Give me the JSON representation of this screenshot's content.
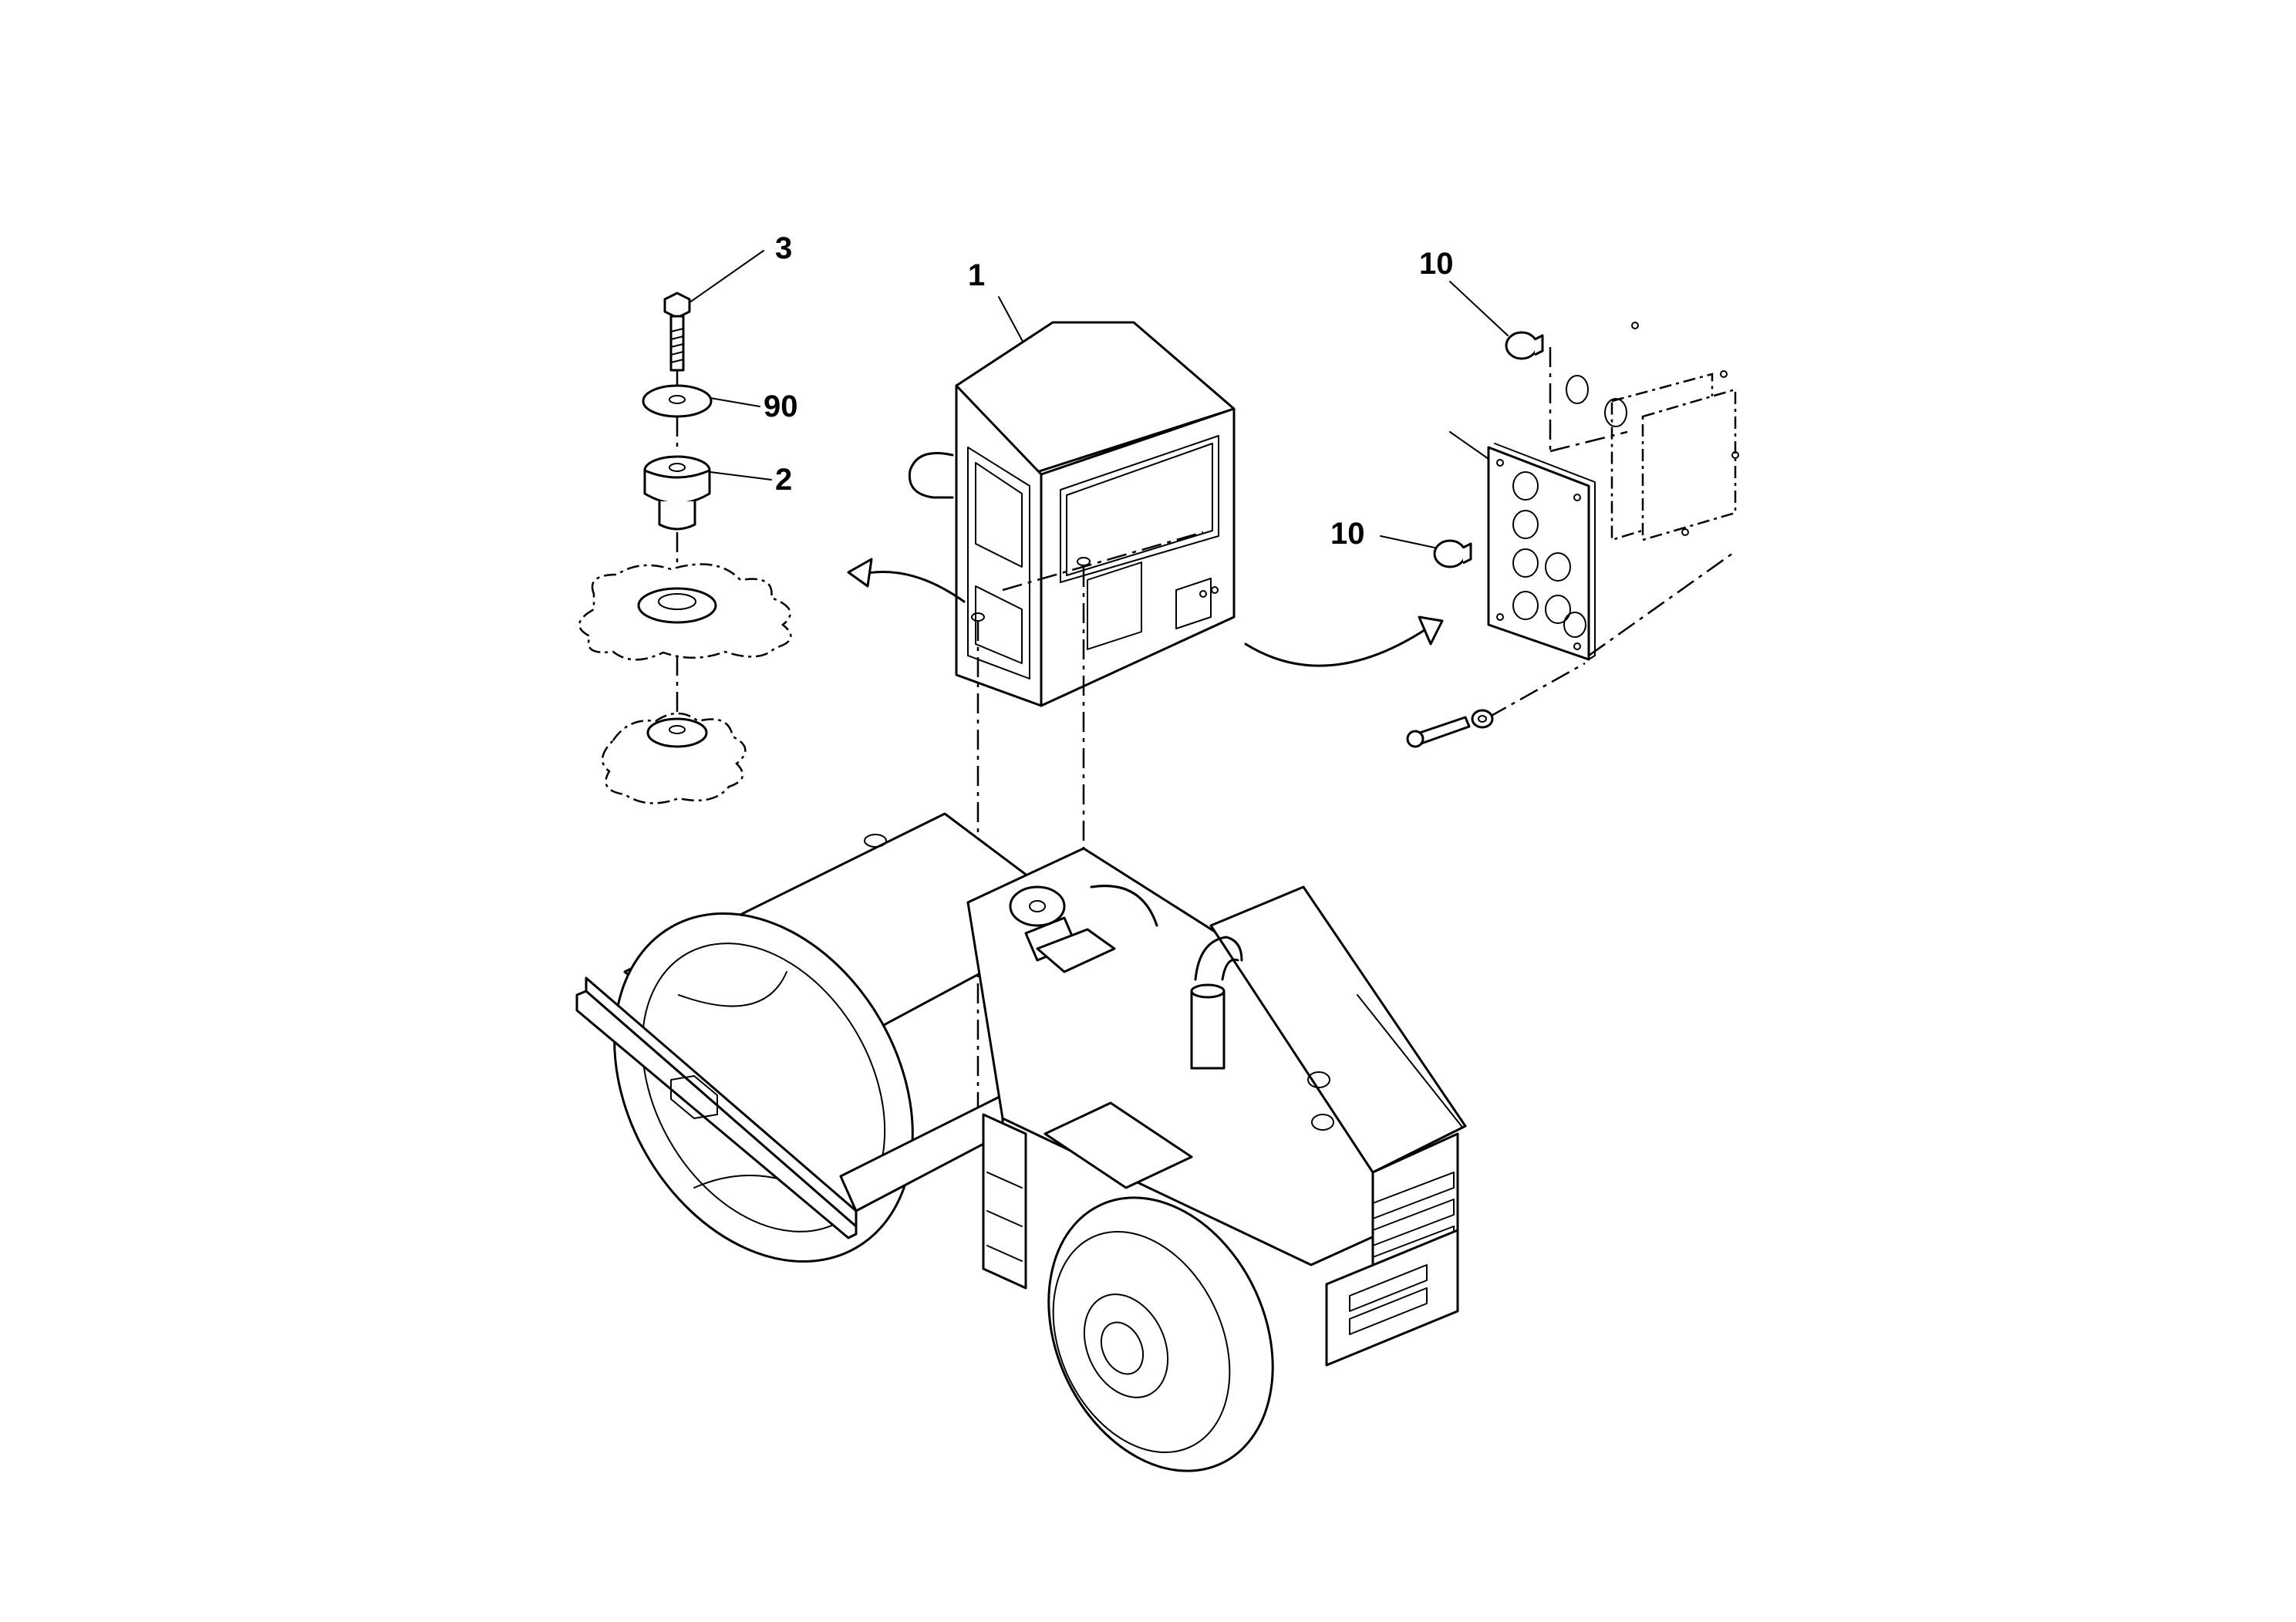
{
  "callouts": {
    "bolt": "3",
    "washer": "90",
    "isolator": "2",
    "cab": "1",
    "plug_upper": "10",
    "plug_lower": "10"
  }
}
